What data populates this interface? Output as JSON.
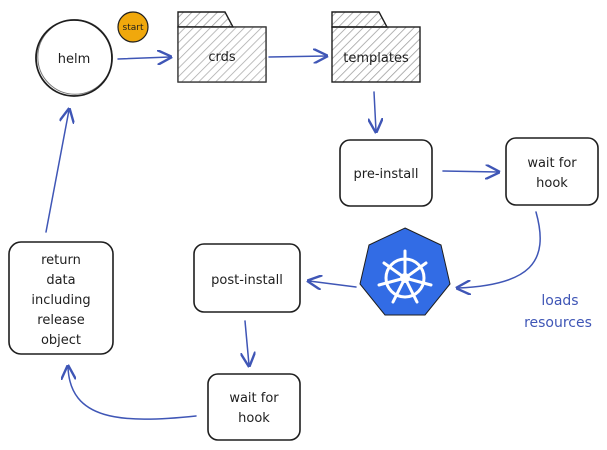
{
  "diagram": {
    "nodes": {
      "helm": "helm",
      "start_badge": "start",
      "crds": "crds",
      "templates": "templates",
      "pre_install": "pre-install",
      "wait_hook_1_line1": "wait for",
      "wait_hook_1_line2": "hook",
      "post_install": "post-install",
      "wait_hook_2_line1": "wait for",
      "wait_hook_2_line2": "hook",
      "return_line1": "return",
      "return_line2": "data",
      "return_line3": "including",
      "return_line4": "release",
      "return_line5": "object"
    },
    "annotations": {
      "loads_line1": "loads",
      "loads_line2": "resources"
    },
    "colors": {
      "arrow": "#3f56b6",
      "stroke": "#1e1e1e",
      "start_badge": "#f0a80c",
      "kubernetes": "#326ce5"
    },
    "icons": {
      "kubernetes": "kubernetes-icon"
    }
  }
}
